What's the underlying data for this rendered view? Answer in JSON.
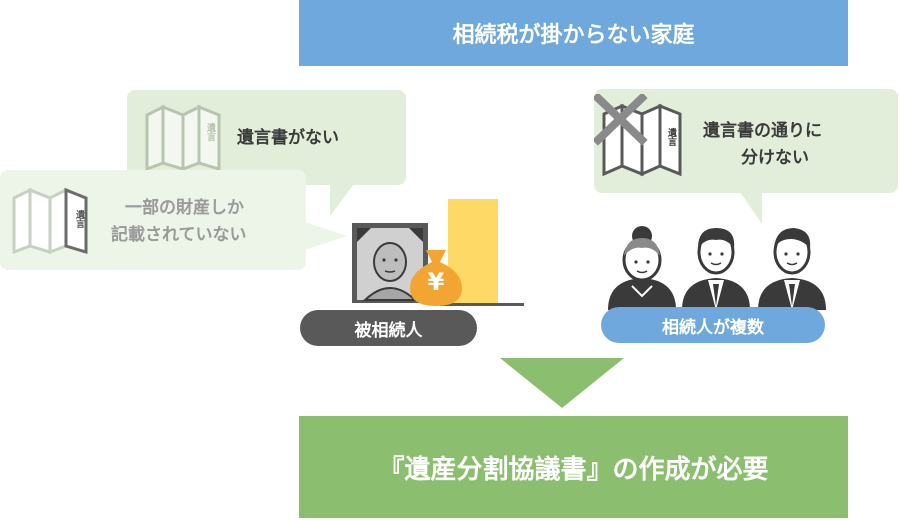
{
  "header": {
    "title": "相続税が掛からない家庭"
  },
  "bubbles": {
    "no_will": "遺言書がない",
    "partial_line1": "一部の財産しか",
    "partial_line2": "記載されていない",
    "cannot_divide_line1": "遺言書の通りに",
    "cannot_divide_line2": "分けない"
  },
  "icons": {
    "will_label": "遺言",
    "yen_symbol": "¥"
  },
  "labels": {
    "decedent": "被相続人",
    "multiple_heirs": "相続人が複数"
  },
  "conclusion": {
    "text": "『遺産分割協議書』の作成が必要"
  },
  "colors": {
    "blue_banner": "#6fa8dc",
    "green_banner": "#8bbf6f",
    "bubble_bg": "#e2eed9",
    "dark_pill": "#595959",
    "blue_pill": "#6fa8dc",
    "money_bag": "#f3a533",
    "gold_bar": "#ffd966",
    "arrow": "#8bbf6f"
  }
}
